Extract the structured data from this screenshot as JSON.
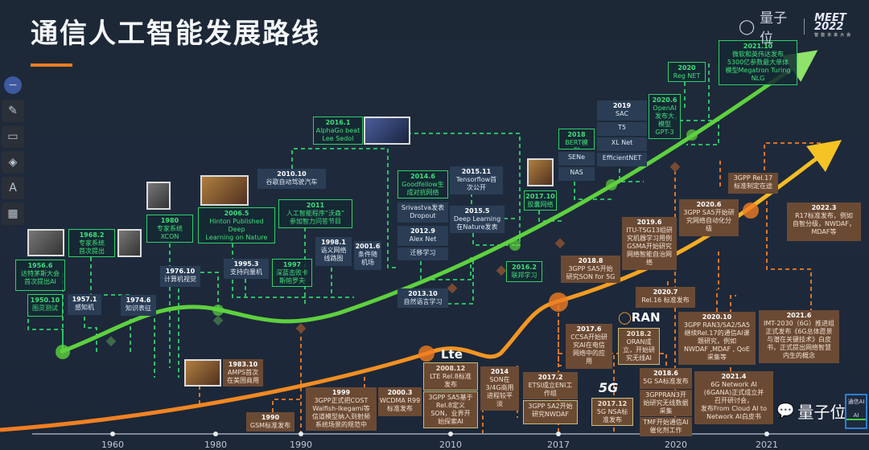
{
  "title": "通信人工智能发展路线",
  "brand": {
    "name": "量子位",
    "event": "MEET 2022",
    "event_sub": "智能未来大会"
  },
  "colors": {
    "ai_line": "#5ed13f",
    "telecom_line": "#f58a1f",
    "accent": "#f07c22",
    "bg": "#1d2836"
  },
  "axis_years": [
    "1960",
    "1980",
    "1990",
    "2010",
    "2017",
    "2020",
    "2021"
  ],
  "ai_events": [
    {
      "date": "1950.10",
      "text": "图灵测试"
    },
    {
      "date": "1956.6",
      "text": "达特茅斯大会\n首次提出AI"
    },
    {
      "date": "1957.1",
      "text": "感知机"
    },
    {
      "date": "1968.2",
      "text": "专家系统\n首次提出"
    },
    {
      "date": "1974.6",
      "text": "知识表征"
    },
    {
      "date": "1976.10",
      "text": "计算机视觉"
    },
    {
      "date": "1980",
      "text": "专家系统\nXCON"
    },
    {
      "date": "2006.5",
      "text": "Hinton Published\nDeep\nLearning on Nature"
    },
    {
      "date": "1995.3",
      "text": "支持向量机"
    },
    {
      "date": "2010.10",
      "text": "谷歌自动驾驶汽车"
    },
    {
      "date": "2011",
      "text": "人工智能程序“沃森”\n参加智力问答节目"
    },
    {
      "date": "1997",
      "text": "深蓝击败卡\n斯帕罗夫"
    },
    {
      "date": "1998.1",
      "text": "语义网络\n线路图"
    },
    {
      "date": "2001.6",
      "text": "条件随\n机场"
    },
    {
      "date": "2016.1",
      "text": "AlphaGo beat\nLee Sedol"
    },
    {
      "date": "2014.6",
      "text": "Goodfellow生\n成对抗网络"
    },
    {
      "date": "",
      "text": "Srivastva发表\nDropout"
    },
    {
      "date": "2012.9",
      "text": "Alex Net"
    },
    {
      "date": "",
      "text": "迁移学习"
    },
    {
      "date": "2015.11",
      "text": "Tensorflow首\n次公开"
    },
    {
      "date": "2015.5",
      "text": "Deep Learning\n在Nature发表"
    },
    {
      "date": "2013.10",
      "text": "自然语言学习"
    },
    {
      "date": "2016.2",
      "text": "联邦学习"
    },
    {
      "date": "2017.10",
      "text": "胶囊网络"
    },
    {
      "date": "2018",
      "text": "BERT模\n型"
    },
    {
      "date": "",
      "text": "SENe"
    },
    {
      "date": "",
      "text": "NAS"
    },
    {
      "date": "2019",
      "text": "SAC"
    },
    {
      "date": "",
      "text": "T5"
    },
    {
      "date": "",
      "text": "XL Net"
    },
    {
      "date": "",
      "text": "EfficientNET"
    },
    {
      "date": "2020.6",
      "text": "OpenAI\n发布大\n模型\nGPT-3"
    },
    {
      "date": "2020",
      "text": "Reg NET"
    },
    {
      "date": "2021.10",
      "text": "微软和英伟达发布\n5300亿参数最大单体\n模型Megatron Turing\nNLG"
    }
  ],
  "telecom_events": [
    {
      "date": "1983.10",
      "text": "AMPS首次\n在美国商用"
    },
    {
      "date": "1990",
      "text": "GSM标准发布"
    },
    {
      "date": "1999",
      "text": "3GPP正式把COST\nWalfish-Ikegami等\n信道模型纳入到射频\n系统场景的规范中"
    },
    {
      "date": "2000.3",
      "text": "WCDMA R99\n标准发布"
    },
    {
      "date": "2008.12",
      "text": "LTE Rel.8标准\n发布"
    },
    {
      "date": "",
      "text": "3GPP SA5基于\nRel.8定义\nSON，业界开\n始探索AI"
    },
    {
      "date": "2014",
      "text": "SON在\n3/4G商用\n进程较平\n淡"
    },
    {
      "date": "2017.2",
      "text": "ETSI成立ENI工\n作组"
    },
    {
      "date": "",
      "text": "3GPP SA2开始\n研究NWDAF"
    },
    {
      "date": "2017.6",
      "text": "CCSA开始研\n究AI在电信\n网络中的应\n用"
    },
    {
      "date": "2018.2",
      "text": "ORAN成\n立，开始研\n究无线AI"
    },
    {
      "date": "2017.12",
      "text": "5G NSA标\n准发布"
    },
    {
      "date": "2018.6",
      "text": "5G SA标准发布"
    },
    {
      "date": "",
      "text": "3GPPRAN3开\n始研究无线数据\n采集"
    },
    {
      "date": "",
      "text": "TMF开始通信AI\n催化剂工作"
    },
    {
      "date": "2018.8",
      "text": "3GPP SA5开始\n研究SON for 5G"
    },
    {
      "date": "2019.6",
      "text": "ITU-TSG13组研\n究机器学习用例\nGSMA开始研究\n网络智能自治网\n络"
    },
    {
      "date": "2020.7",
      "text": "Rel.16 标准发布"
    },
    {
      "date": "2020.6",
      "text": "3GPP SA5开始研\n究网络自动化分\n级"
    },
    {
      "date": "",
      "text": "3GPP Rel.17\n标准制定在途"
    },
    {
      "date": "2022.3",
      "text": "R17标准发布，例如\n自智分级，NWDAF，\nMDAF等"
    },
    {
      "date": "2020.10",
      "text": "3GPP RAN3/SA2/SA5\n继续Rel.17的通信AI课\n题研究，例如\nNWDAF ,MDAF , QoE\n采集等"
    },
    {
      "date": "2021.6",
      "text": "IMT-2030（6G）推进组\n正式发布《6G总体愿景\n与潜在关键技术》白皮\n书，正式提出网络智慧\n内生的概念"
    },
    {
      "date": "2021.4",
      "text": "6G Network AI\n(6GANA)正式成立并\n召开研讨会，\n发布From Cloud AI to\nNetwork AI白皮书"
    }
  ],
  "logos": {
    "lte": "Lte",
    "oran": "RAN",
    "fiveg": "5G"
  },
  "watermark": {
    "text": "量子位",
    "box_top": "通信AI",
    "box_bottom": "AI"
  },
  "toolbar_icons": [
    "minus-icon",
    "brush-icon",
    "laptop-icon",
    "layers-icon",
    "text-scan-icon",
    "apps-icon"
  ]
}
